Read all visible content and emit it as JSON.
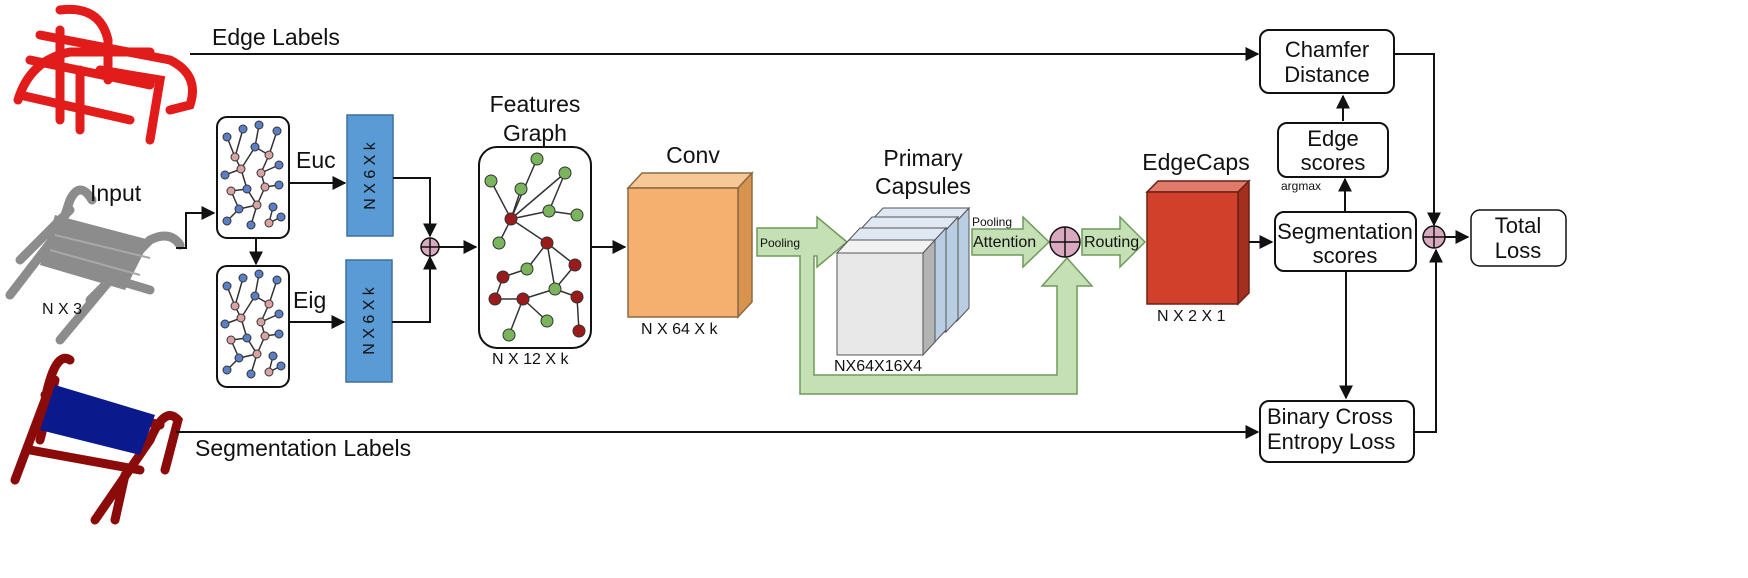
{
  "labels": {
    "edge_labels": "Edge Labels",
    "input": "Input",
    "input_dim": "N X 3",
    "segmentation_labels": "Segmentation Labels",
    "euc": "Euc",
    "eig": "Eig",
    "euc_dim": "N X 6 X k",
    "eig_dim": "N X 6 X k",
    "features_graph_line1": "Features",
    "features_graph_line2": "Graph",
    "features_graph_dim": "N X 12 X k",
    "conv": "Conv",
    "conv_dim": "N X 64 X k",
    "pooling": "Pooling",
    "primary_capsules_line1": "Primary",
    "primary_capsules_line2": "Capsules",
    "primary_capsules_dim": "NX64X16X4",
    "pooling_small": "Pooling",
    "attention": "Attention",
    "routing": "Routing",
    "edgecaps": "EdgeCaps",
    "edgecaps_dim": "N X 2 X 1",
    "chamfer_line1": "Chamfer",
    "chamfer_line2": "Distance",
    "edge_scores_line1": "Edge",
    "edge_scores_line2": "scores",
    "argmax": "argmax",
    "seg_scores_line1": "Segmentation",
    "seg_scores_line2": "scores",
    "bce_line1": "Binary Cross",
    "bce_line2": "Entropy Loss",
    "total_loss_line1": "Total",
    "total_loss_line2": "Loss"
  },
  "colors": {
    "edge_label_model": "#e21b1b",
    "input_model": "#8c8c8c",
    "seg_model_frame": "#8b0a0a",
    "seg_model_seat": "#0a1a8c",
    "dim_block": "#5b9bd5",
    "conv_block": "#f5b06f",
    "edgecaps_block": "#d0402a",
    "capsule_front": "#e8e8e8",
    "capsule_layer": "#c9d9ea",
    "green_arrow": "#c5e0b4",
    "sum_node": "#d9a9bf"
  }
}
